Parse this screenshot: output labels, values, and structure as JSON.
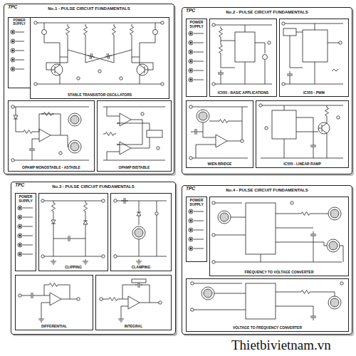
{
  "diagram": {
    "nodes": [
      {
        "text": [
          "No.1 - PULSE CIRCUIT FUNDAMENTALS"
        ]
      },
      {
        "text": [
          "POWER SUPPLY"
        ],
        "in": 0
      },
      {
        "text": [
          "STABLE TRANSISTOR OSCILLATORS"
        ],
        "in": 0
      },
      {
        "text": [
          "OPAMP MONOSTABLE - ASTABLE"
        ],
        "in": 0
      },
      {
        "text": [
          "OPAMP BISTABLE"
        ],
        "in": 0
      },
      {
        "text": [
          "No.2 - PULSE CIRCUIT FUNDAMENTALS"
        ]
      },
      {
        "text": [
          "POWER SUPPLY"
        ],
        "in": 5
      },
      {
        "text": [
          "IC555 - BASIC APPLICATIONS"
        ],
        "in": 5
      },
      {
        "text": [
          "IC555 - PWM"
        ],
        "in": 5
      },
      {
        "text": [
          "WIEN BRIDGE"
        ],
        "in": 5
      },
      {
        "text": [
          "IC555 - LINEAR RAMP"
        ],
        "in": 5
      },
      {
        "text": [
          "No.3 - PULSE CIRCUIT FUNDAMENTALS"
        ]
      },
      {
        "text": [
          "POWER SUPPLY"
        ],
        "in": 11
      },
      {
        "text": [
          "CLIPPING"
        ],
        "in": 11
      },
      {
        "text": [
          "CLAMPING"
        ],
        "in": 11
      },
      {
        "text": [
          "DIFFERENTIAL"
        ],
        "in": 11
      },
      {
        "text": [
          "INTEGRAL"
        ],
        "in": 11
      },
      {
        "text": [
          "No.4 - PULSE CIRCUIT FUNDAMENTALS"
        ]
      },
      {
        "text": [
          "POWER SUPPLY"
        ],
        "in": 17
      },
      {
        "text": [
          "FREQUENCY TO VOLTAGE CONVERTER"
        ],
        "in": 17
      },
      {
        "text": [
          "VOLTAGE TO FREQUENCY CONVERTER"
        ],
        "in": 17
      }
    ],
    "labels": [
      "TPC",
      "TPC",
      "TPC",
      "TPC",
      "Thietbivietnam.vn"
    ]
  }
}
